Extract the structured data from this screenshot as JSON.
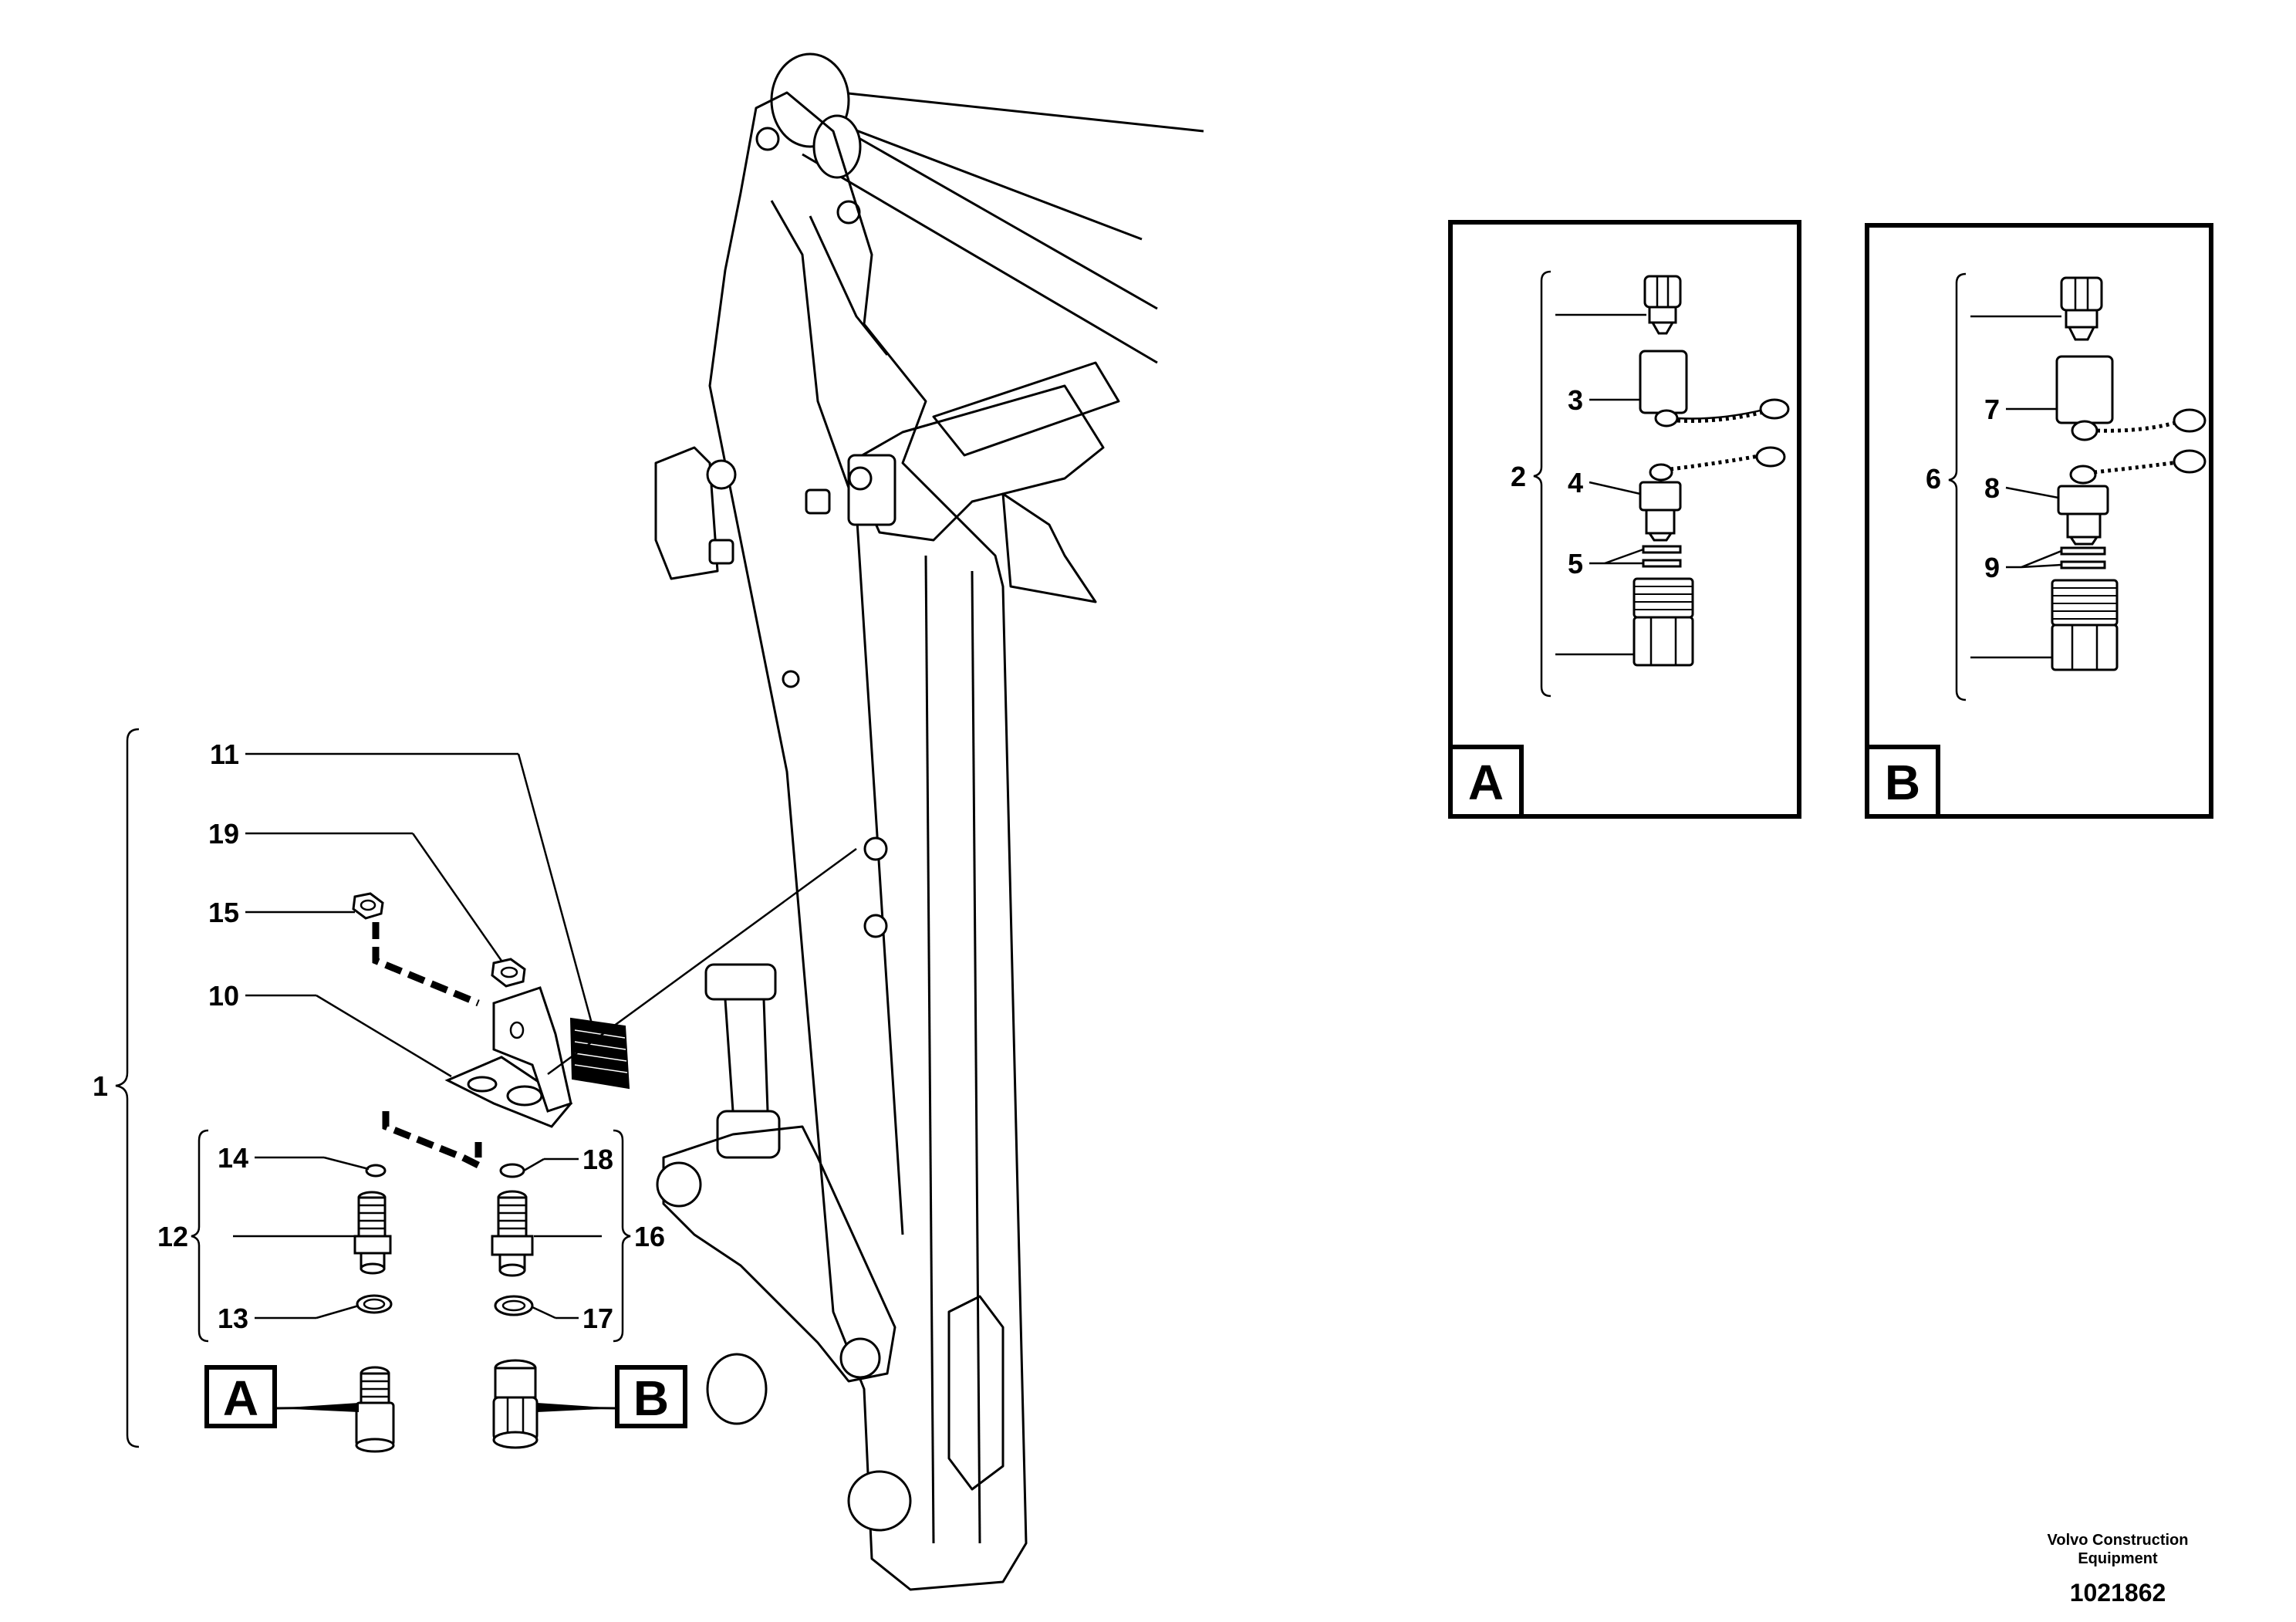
{
  "labels": {
    "n1": "1",
    "n2": "2",
    "n3": "3",
    "n4": "4",
    "n5": "5",
    "n6": "6",
    "n7": "7",
    "n8": "8",
    "n9": "9",
    "n10": "10",
    "n11": "11",
    "n12": "12",
    "n13": "13",
    "n14": "14",
    "n15": "15",
    "n16": "16",
    "n17": "17",
    "n18": "18",
    "n19": "19"
  },
  "tags": {
    "a": "A",
    "b": "B"
  },
  "footer": {
    "company_line1": "Volvo Construction",
    "company_line2": "Equipment",
    "drawing_number": "1021862"
  }
}
